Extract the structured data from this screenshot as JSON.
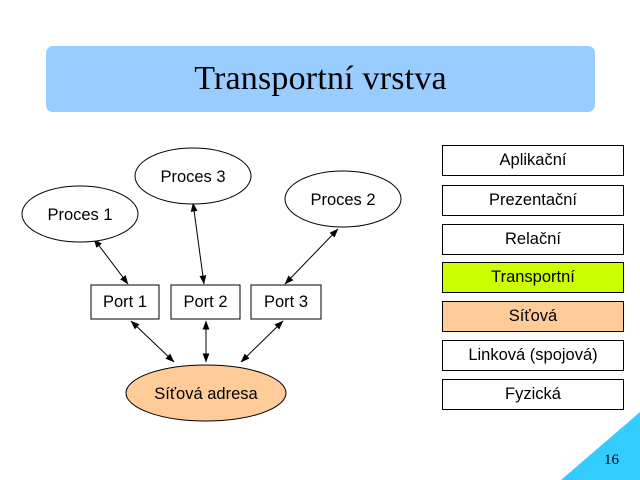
{
  "slide": {
    "title": "Transportní vrstva",
    "page_number": "16",
    "title_bg_color": "#99ccff",
    "corner_color": "#33ccff"
  },
  "diagram": {
    "processes": [
      {
        "label": "Proces 1"
      },
      {
        "label": "Proces 3"
      },
      {
        "label": "Proces 2"
      }
    ],
    "ports": [
      {
        "label": "Port 1"
      },
      {
        "label": "Port 2"
      },
      {
        "label": "Port 3"
      }
    ],
    "address": {
      "label": "Síťová adresa",
      "color": "#ffcc99"
    }
  },
  "osi_layers": [
    {
      "label": "Aplikační",
      "color": "#ffffff"
    },
    {
      "label": "Prezentační",
      "color": "#ffffff"
    },
    {
      "label": "Relační",
      "color": "#ffffff"
    },
    {
      "label": "Transportní",
      "color": "#ccff00"
    },
    {
      "label": "Síťová",
      "color": "#ffcc99"
    },
    {
      "label": "Linková (spojová)",
      "color": "#ffffff"
    },
    {
      "label": "Fyzická",
      "color": "#ffffff"
    }
  ]
}
